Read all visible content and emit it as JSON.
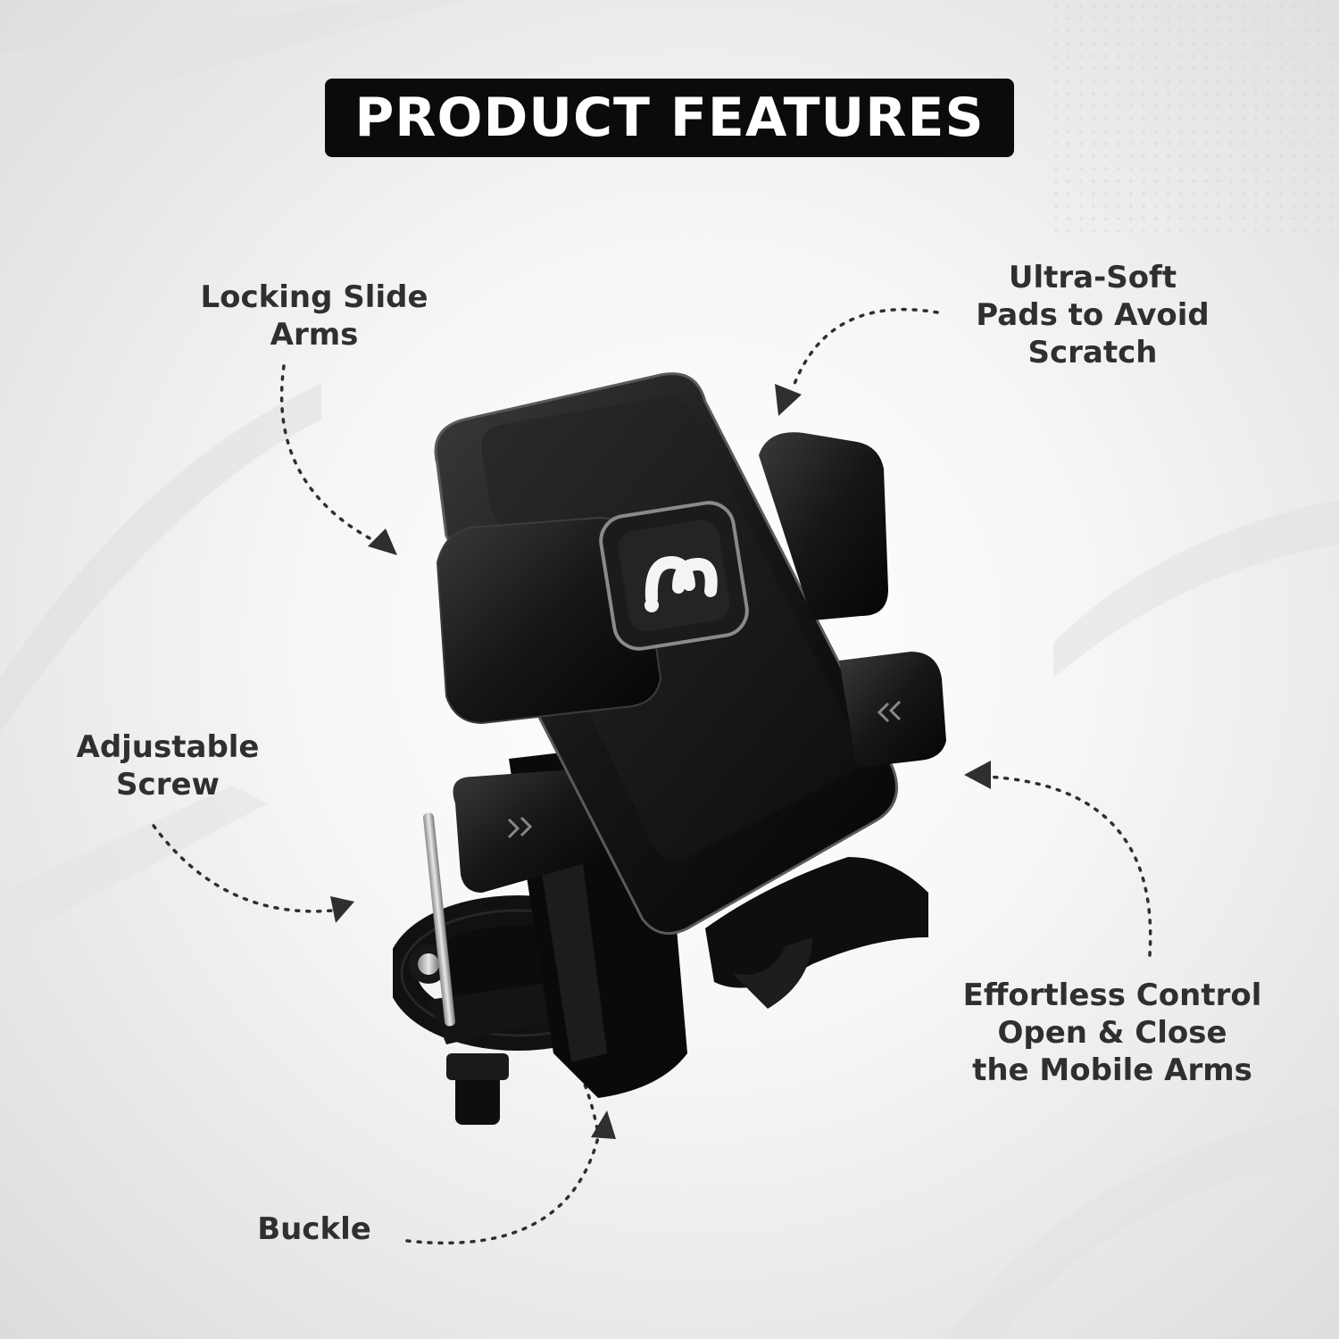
{
  "header": {
    "title": "PRODUCT FEATURES"
  },
  "features": {
    "locking_slide_arms": [
      "Locking Slide",
      "Arms"
    ],
    "ultra_soft_pads": [
      "Ultra-Soft",
      "Pads to Avoid",
      "Scratch"
    ],
    "adjustable_screw": [
      "Adjustable",
      "Screw"
    ],
    "effortless_control": [
      "Effortless Control",
      "Open & Close",
      "the Mobile Arms"
    ],
    "buckle": [
      "Buckle"
    ]
  },
  "colors": {
    "title_bg": "#0b0b0b",
    "title_text": "#ffffff",
    "label_text": "#2f2f2f",
    "product": "#111111"
  },
  "icons": [
    "brand-logo-icon",
    "dotted-arrow-icon",
    "chevron-right-icon",
    "chevron-left-icon"
  ]
}
